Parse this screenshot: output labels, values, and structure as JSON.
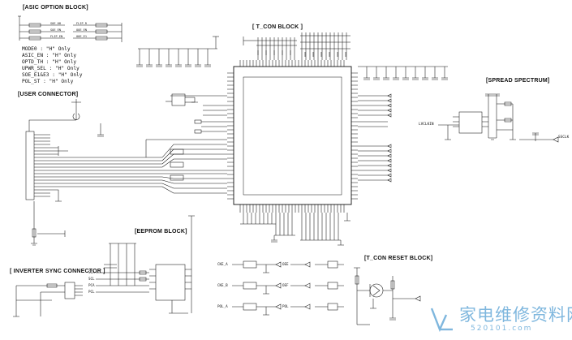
{
  "blocks": {
    "asic_option": "[ASIC OPTION BLOCK]",
    "t_con": "[ T_CON  BLOCK ]",
    "user_connector": "[USER CONNECTOR]",
    "spread_spectrum": "[SPREAD SPECTRUM]",
    "eeprom": "[EEPROM BLOCK]",
    "inverter_sync": "[ INVERTER SYNC CONNECTOR ]",
    "t_con_reset": "[T_CON RESET BLOCK]"
  },
  "asic_options": [
    "MODE0 : \"H\" Only",
    "ASIC_EN : \"H\" Only",
    "OPTD_TH : \"H\" Only",
    "UPWR_SEL : \"H\" Only",
    "SOE_E1&E3 : \"H\" Only",
    "POL_ST : \"H\" Only"
  ],
  "asic_nets": {
    "left": [
      "SOE_08",
      "SOE_EN",
      "FLIP_EN"
    ],
    "right": [
      "FLIP_R",
      "OOE_EN",
      "OOE_E1"
    ]
  },
  "net_labels": {
    "lvds_clk": "LVCLKIN",
    "ssclk": "SSCLK",
    "eeprom_signals": [
      "SCA",
      "SCL",
      "PCA",
      "PCL"
    ],
    "ck_left": [
      "CKE_A",
      "CKE_B",
      "POL_A"
    ],
    "ck_right": [
      "OEE",
      "OEF",
      "POL"
    ]
  },
  "watermark": {
    "text": "家电维修资料网",
    "url": "520101.com"
  }
}
